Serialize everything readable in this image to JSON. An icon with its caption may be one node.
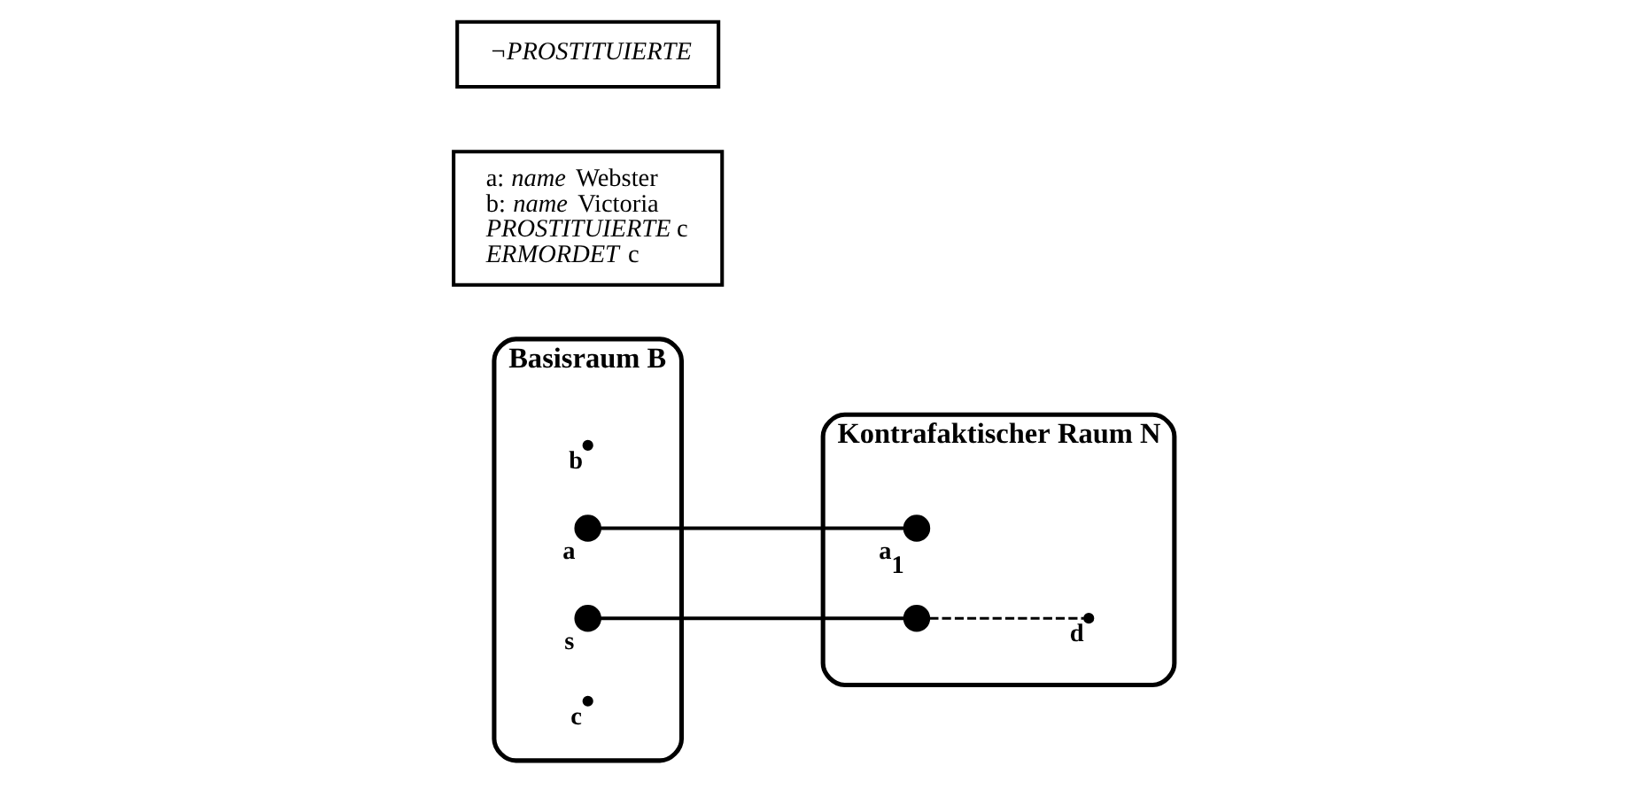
{
  "diagram": {
    "nodes": [
      {
        "text": [
          "Basisraum B"
        ]
      },
      {
        "text": [
          "b"
        ],
        "in": 0
      },
      {
        "text": [
          "a"
        ],
        "in": 0
      },
      {
        "text": [
          "s"
        ],
        "in": 0
      },
      {
        "text": [
          "c"
        ],
        "in": 0
      },
      {
        "text": [
          "a: *name* Webster",
          "b: *name* Victoria",
          "*PROSTITUIERTE* c",
          "*ERMORDET* c"
        ]
      },
      {
        "text": [
          "Kontrafaktischer Raum N"
        ]
      },
      {
        "text": [
          "a$_{1}$"
        ],
        "in": 6
      },
      {
        "text": [],
        "shape": "circle",
        "in": 6
      },
      {
        "text": [
          "d"
        ],
        "in": 6
      },
      {
        "text": [
          "*¬PROSTITUIERTE*"
        ]
      }
    ],
    "edges": [
      {
        "from": 2,
        "to": 7,
        "arrow": "none"
      },
      {
        "from": 3,
        "to": 8,
        "arrow": "none"
      },
      {
        "from": 8,
        "to": 9,
        "arrow": "none",
        "style": "dashed"
      }
    ]
  }
}
